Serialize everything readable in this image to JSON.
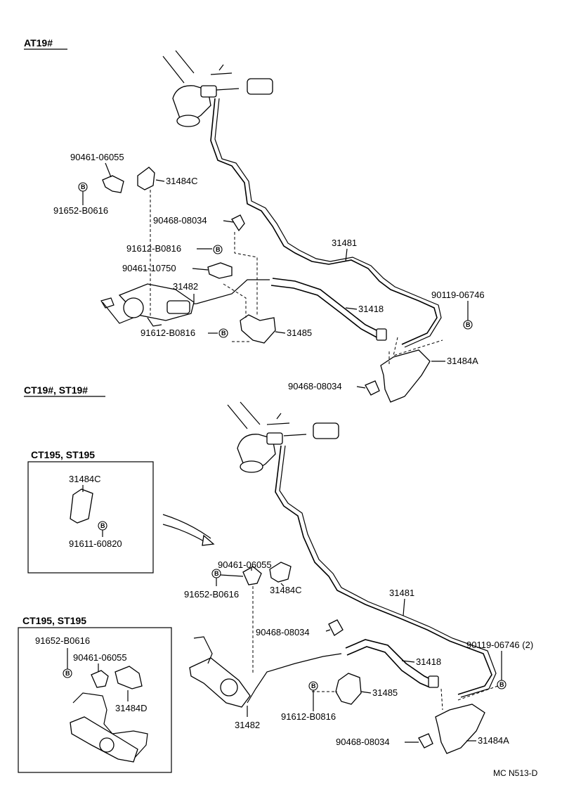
{
  "sections": {
    "top": "AT19#",
    "bottom": "CT19#, ST19#",
    "inset1": "CT195, ST195",
    "inset2": "CT195, ST195"
  },
  "parts_top": {
    "p90461_06055": "90461-06055",
    "p91652_b0616": "91652-B0616",
    "p31484c": "31484C",
    "p90468_08034a": "90468-08034",
    "p91612_b0816a": "91612-B0816",
    "p90461_10750": "90461-10750",
    "p31482": "31482",
    "p91612_b0816b": "91612-B0816",
    "p31485": "31485",
    "p31481": "31481",
    "p31418": "31418",
    "p90119_06746": "90119-06746",
    "p31484a": "31484A",
    "p90468_08034b": "90468-08034"
  },
  "parts_bottom": {
    "p31484c_inset": "31484C",
    "p91611_60820": "91611-60820",
    "p90461_06055": "90461-06055",
    "p91652_b0616": "91652-B0616",
    "p31484c": "31484C",
    "p31481": "31481",
    "p90468_08034a": "90468-08034",
    "p90119_06746": "90119-06746 (2)",
    "p31418": "31418",
    "p31485": "31485",
    "p91612_b0816": "91612-B0816",
    "p31482": "31482",
    "p90468_08034b": "90468-08034",
    "p31484a": "31484A",
    "p91652_b0616_inset": "91652-B0616",
    "p90461_06055_inset": "90461-06055",
    "p31484d": "31484D"
  },
  "ref_code": "MC N513-D",
  "bolt_marker": "B"
}
